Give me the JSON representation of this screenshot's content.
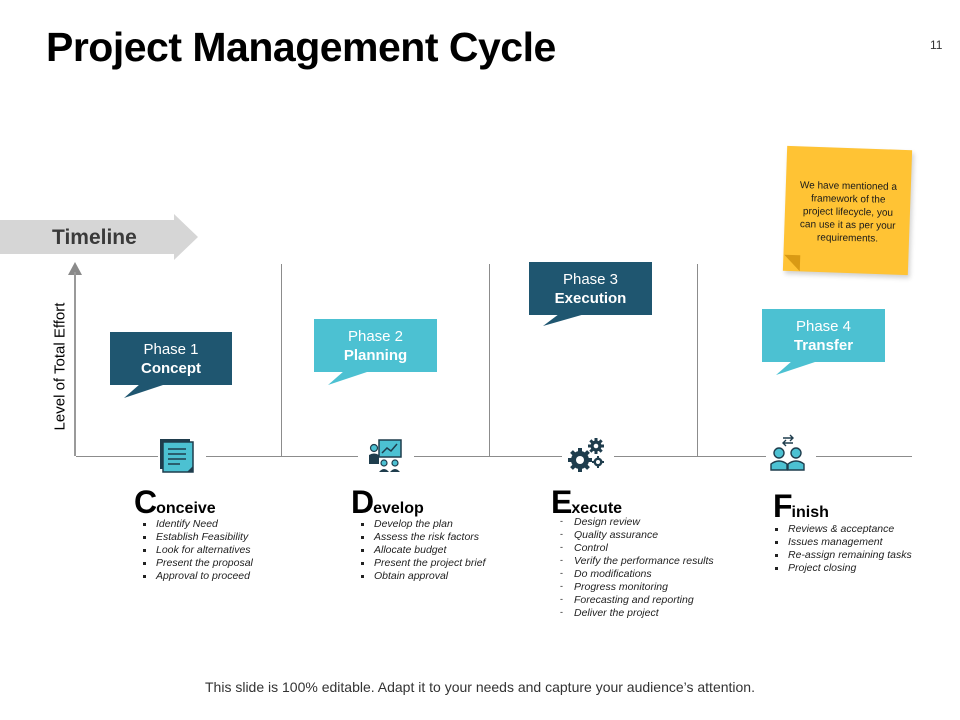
{
  "title": "Project Management Cycle",
  "slide_number": "11",
  "timeline_label": "Timeline",
  "y_axis_label": "Level of Total Effort",
  "sticky_note": "We have mentioned a framework of the project lifecycle, you can use it as per your requirements.",
  "phases": [
    {
      "phase": "Phase 1",
      "name": "Concept",
      "initial": "C",
      "rest": "onceive",
      "items": [
        "Identify Need",
        "Establish Feasibility",
        "Look for alternatives",
        "Present the proposal",
        "Approval to proceed"
      ]
    },
    {
      "phase": "Phase 2",
      "name": "Planning",
      "initial": "D",
      "rest": "evelop",
      "items": [
        "Develop the plan",
        "Assess the risk factors",
        "Allocate budget",
        "Present the project brief",
        "Obtain approval"
      ]
    },
    {
      "phase": "Phase 3",
      "name": "Execution",
      "initial": "E",
      "rest": "xecute",
      "items": [
        "Design review",
        "Quality assurance",
        "Control",
        "Verify the performance results",
        "Do modifications",
        "Progress monitoring",
        "Forecasting and reporting",
        "Deliver the project"
      ]
    },
    {
      "phase": "Phase 4",
      "name": "Transfer",
      "initial": "F",
      "rest": "inish",
      "items": [
        "Reviews & acceptance",
        "Issues management",
        "Re-assign remaining tasks",
        "Project closing"
      ]
    }
  ],
  "colors": {
    "dark_callout": "#1f5670",
    "light_callout": "#4cc1d2",
    "sticky": "#ffc334",
    "icon_teal": "#4cc1d2",
    "icon_dark": "#1f3d4d"
  },
  "icons": [
    "document-icon",
    "presentation-icon",
    "gears-icon",
    "team-exchange-icon"
  ],
  "footer": "This slide is 100% editable. Adapt it to your needs and capture your audience’s attention."
}
